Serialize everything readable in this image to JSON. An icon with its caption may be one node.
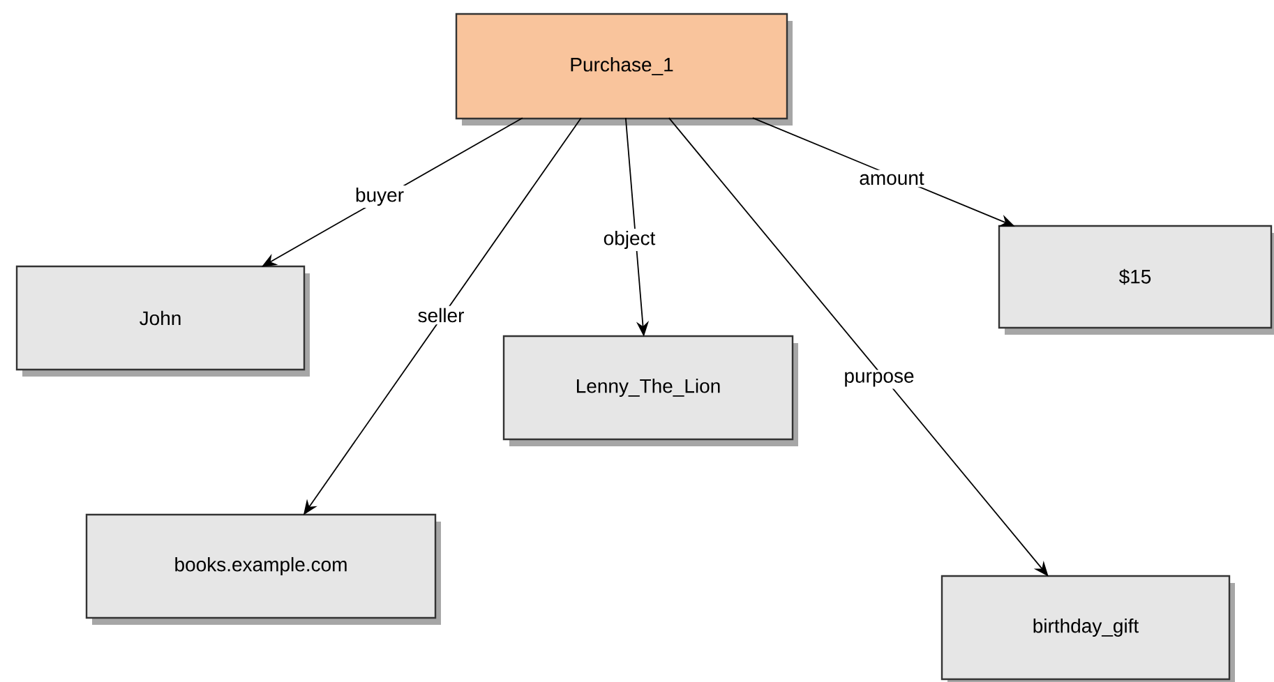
{
  "diagram": {
    "nodes": [
      {
        "text": [
          "Purchase_1"
        ]
      },
      {
        "text": [
          "John"
        ]
      },
      {
        "text": [
          "books.example.com"
        ]
      },
      {
        "text": [
          "Lenny_The_Lion"
        ]
      },
      {
        "text": [
          "birthday_gift"
        ]
      },
      {
        "text": [
          "$15"
        ]
      }
    ],
    "edges": [
      {
        "from": 0,
        "to": 1,
        "arrow": "to",
        "label": "buyer"
      },
      {
        "from": 0,
        "to": 2,
        "arrow": "to",
        "label": "seller"
      },
      {
        "from": 0,
        "to": 3,
        "arrow": "to",
        "label": "object"
      },
      {
        "from": 0,
        "to": 4,
        "arrow": "to",
        "label": "purpose"
      },
      {
        "from": 0,
        "to": 5,
        "arrow": "to",
        "label": "amount"
      }
    ]
  }
}
